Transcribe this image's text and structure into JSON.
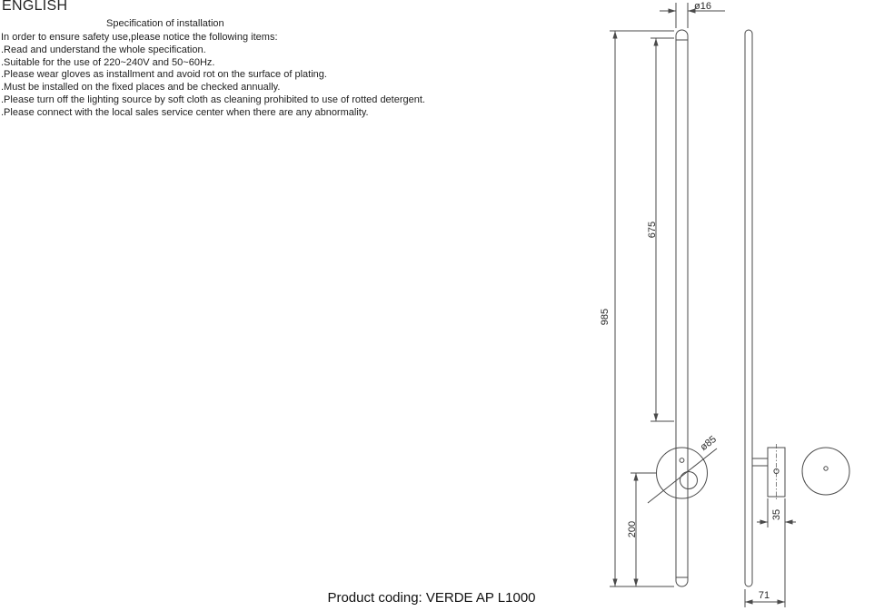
{
  "page": {
    "title": "ENGLISH",
    "subtitle": "Specification of installation"
  },
  "instructions": {
    "intro": "In order to ensure safety use,please notice the following items:",
    "items": [
      ".Read and understand the whole specification.",
      ".Suitable for the use of 220~240V and 50~60Hz.",
      ".Please wear gloves as installment and avoid rot on the surface of plating.",
      ".Must be installed on the fixed places and be checked annually.",
      ".Please turn off the lighting source by soft cloth as cleaning prohibited to use of rotted detergent.",
      ".Please connect with the local sales service center when there are any abnormality."
    ]
  },
  "drawing": {
    "front_view": {
      "dim_top_diameter": "ø16",
      "dim_lit_length": "675",
      "dim_total_height": "985",
      "dim_canopy_diameter": "ø85",
      "dim_bottom_length": "200"
    },
    "side_view": {
      "dim_bracket_width": "35",
      "dim_total_depth": "71"
    }
  },
  "footer": {
    "product_coding": "Product coding: VERDE AP L1000"
  }
}
